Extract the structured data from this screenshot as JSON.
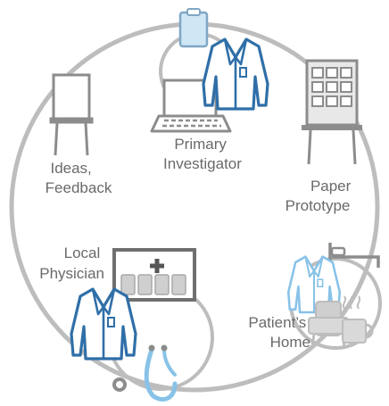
{
  "labels": {
    "primary_investigator": [
      "Primary",
      "Investigator"
    ],
    "ideas_feedback": [
      "Ideas,",
      "Feedback"
    ],
    "paper_prototype": [
      "Paper",
      "Prototype"
    ],
    "local_physician": [
      "Local",
      "Physician"
    ],
    "patients_home": [
      "Patient’s",
      "Home"
    ]
  },
  "colors": {
    "ring": "#bdbdbd",
    "stroke_gray": "#8c8c8c",
    "dark_gray": "#6f6f6f",
    "text_gray": "#6a6a6a",
    "coat_blue": "#2f6fa8",
    "light_blue": "#88c2e8",
    "clipboard_blue": "#cfe6f5",
    "prototype_fill": "#e8e8e8",
    "seat_fill": "#cfcfcf"
  },
  "icons": [
    "clipboard-icon",
    "lab-coat-icon",
    "laptop-icon",
    "flipchart-icon",
    "prototype-board-icon",
    "waiting-room-icon",
    "stethoscope-icon",
    "bed-icon",
    "armchair-icon",
    "coffee-mug-icon"
  ]
}
